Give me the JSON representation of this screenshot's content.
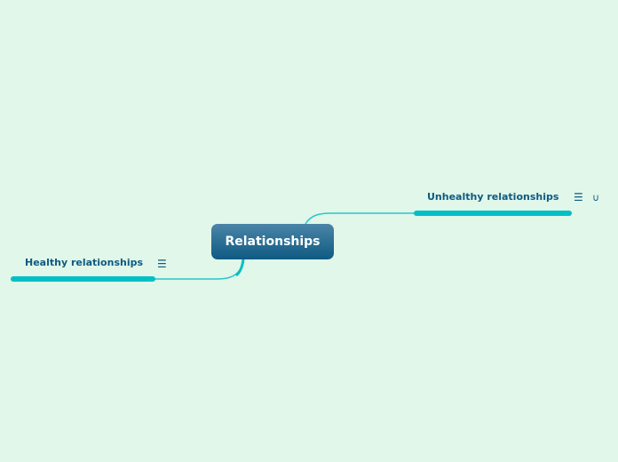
{
  "mindmap": {
    "central_topic": "Relationships",
    "branches": [
      {
        "label": "Unhealthy relationships",
        "icons": [
          "notes-icon",
          "link-icon"
        ],
        "icon_glyphs": [
          "☰",
          "ᒍ"
        ]
      },
      {
        "label": "Healthy relationships",
        "icons": [
          "notes-icon"
        ],
        "icon_glyphs": [
          "☰"
        ]
      }
    ]
  },
  "colors": {
    "background": "#e0f7e9",
    "central_fill_top": "#4a85a8",
    "central_fill_bottom": "#0f5a82",
    "topic_text": "#0f5a82",
    "branch_line": "#00bfc5"
  }
}
